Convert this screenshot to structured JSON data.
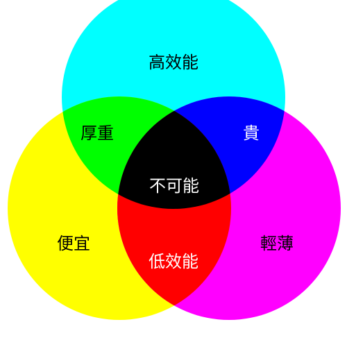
{
  "colors": {
    "circle_top": "#00ffff",
    "circle_left": "#ffff00",
    "circle_right": "#ff00ff",
    "overlap_top_left": "#00ff00",
    "overlap_top_right": "#0000ff",
    "overlap_left_right": "#ff0000",
    "overlap_all": "#000000",
    "text_dark": "#000000",
    "text_light": "#ffffff"
  },
  "labels": {
    "top": "高效能",
    "top_left": "厚重",
    "top_right": "貴",
    "center": "不可能",
    "left": "便宜",
    "right": "輕薄",
    "bottom_center": "低效能"
  }
}
